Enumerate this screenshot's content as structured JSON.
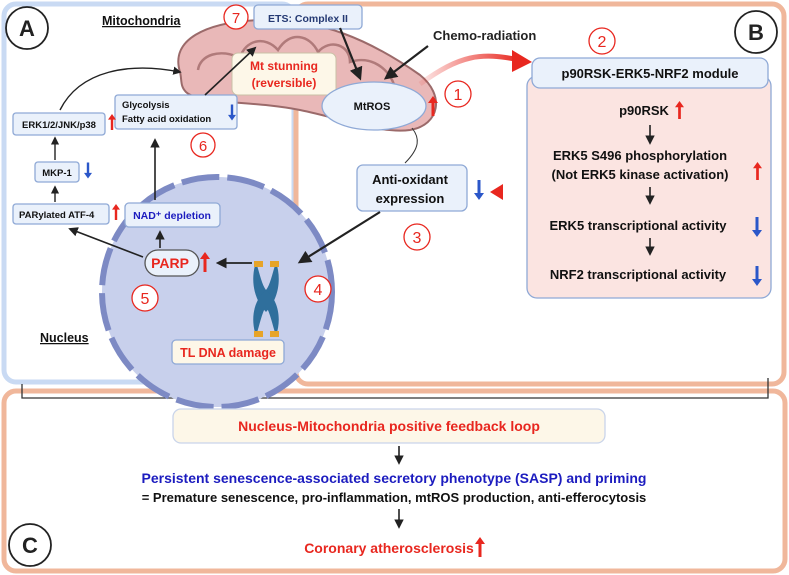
{
  "panels": {
    "a": "A",
    "b": "B",
    "c": "C"
  },
  "labels": {
    "mitochondria": "Mitochondria",
    "nucleus": "Nucleus",
    "chemo_radiation": "Chemo-radiation",
    "mtros": "MtROS",
    "ets": "ETS: Complex II",
    "mt_stunning_line1": "Mt stunning",
    "mt_stunning_line2": "(reversible)",
    "glycolysis_line1": "Glycolysis",
    "glycolysis_line2": "Fatty acid oxidation",
    "erk": "ERK1/2/JNK/p38",
    "mkp1": "MKP-1",
    "atf4": "PARylated ATF-4",
    "nad": "NAD⁺ depletion",
    "parp": "PARP",
    "tl_dna": "TL DNA damage",
    "antioxidant_line1": "Anti-oxidant",
    "antioxidant_line2": "expression",
    "module_title": "p90RSK-ERK5-NRF2 module",
    "p90rsk": "p90RSK",
    "erk5_s496_line1": "ERK5 S496 phosphorylation",
    "erk5_s496_line2": "(Not ERK5 kinase activation)",
    "erk5_tx": "ERK5 transcriptional activity",
    "nrf2_tx": "NRF2 transcriptional activity",
    "feedback_loop": "Nucleus-Mitochondria positive feedback loop",
    "sasp": "Persistent senescence-associated secretory phenotype (SASP) and priming",
    "sasp_detail": "= Premature senescence, pro-inflammation, mtROS production, anti-efferocytosis",
    "coronary": "Coronary atherosclerosis"
  },
  "step_numbers": [
    "1",
    "2",
    "3",
    "4",
    "5",
    "6",
    "7"
  ],
  "colors": {
    "panel_a_border": "#c9daf3",
    "panel_b_border": "#f0b79b",
    "box_blue_fill": "#eaf1fb",
    "box_blue_stroke": "#8fa9d6",
    "module_fill": "#fbe4e1",
    "red": "#e8271f",
    "blue": "#2b57c9",
    "dark_red": "#cc1414",
    "navy": "#1c1cbf",
    "mito_fill": "#e9b8b8",
    "nucleus_fill": "#c8d0ec"
  }
}
